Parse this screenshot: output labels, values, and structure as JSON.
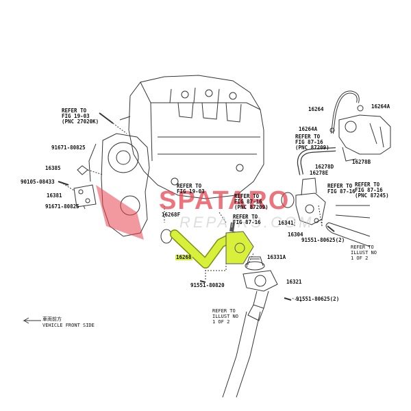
{
  "colors": {
    "highlight": "#d8f03a",
    "watermark": "#e64650",
    "line": "#333333"
  },
  "labels": {
    "refer_19_03_top": "REFER TO\nFIG 19-03\n(PNC 27020K)",
    "p91671_80825_a": "91671-80825",
    "p16385": "16385",
    "p90105_08433": "90105-08433",
    "p16381": "16381",
    "p91671_80825_b": "91671-80825",
    "p16268f": "16268F",
    "refer_19_03_mid": "REFER TO\nFIG 19-03",
    "refer_87_16_pnc87209": "REFER TO\nFIG 87-16\n(PNC 87209)",
    "refer_87_16_plain": "REFER TO\nFIG 87-16",
    "p16268": "16268",
    "p91551_80820": "91551-80820",
    "p16331a": "16331A",
    "p16321": "16321",
    "p91551_80625_a": "91551-80625(2)",
    "p91551_80625_b": "91551-80625(2)",
    "p16341": "16341",
    "p16304": "16304",
    "p16264": "16264",
    "p16264a_top": "16264A",
    "p16264a_mid": "16264A",
    "refer_87_16_pnc87209_r": "REFER TO\nFIG 87-16\n(PNC 87209)",
    "p16278d": "16278D",
    "p16278e": "16278E",
    "p16278b": "16278B",
    "refer_87_16_r1": "REFER TO\nFIG 87-16",
    "refer_87_16_pnc87245": "REFER TO\nFIG 87-16\n(PNC 87245)",
    "refer_illust_1": "REFER TO\nILLUST NO\n1 OF 2",
    "refer_illust_2": "REFER TO\nILLUST NO\n1 OF 2",
    "vehicle_front_jp": "車両前方",
    "vehicle_front": "VEHICLE FRONT SIDE"
  },
  "watermark": {
    "brand": "SPATARO",
    "sub": "REPAIRS.COM"
  }
}
